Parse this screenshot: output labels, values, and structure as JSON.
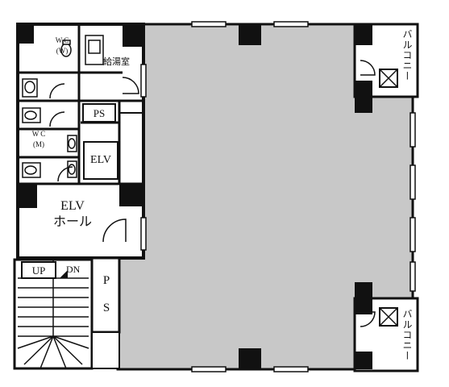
{
  "rooms": {
    "wc_female": "W C",
    "wc_female_sub": "(W)",
    "kitchenette": "給湯室",
    "ps_top": "PS",
    "wc_male": "W C",
    "wc_male_sub": "(M)",
    "elevator": "ELV",
    "elv_hall_line1": "ELV",
    "elv_hall_line2": "ホール",
    "ps_side": "P S",
    "up": "UP",
    "dn": "DN",
    "balcony_top": "バルコニー",
    "balcony_bottom": "バルコニー"
  },
  "colors": {
    "wall": "#111111",
    "office_floor": "#c8c8c8",
    "core_floor": "#ffffff"
  }
}
